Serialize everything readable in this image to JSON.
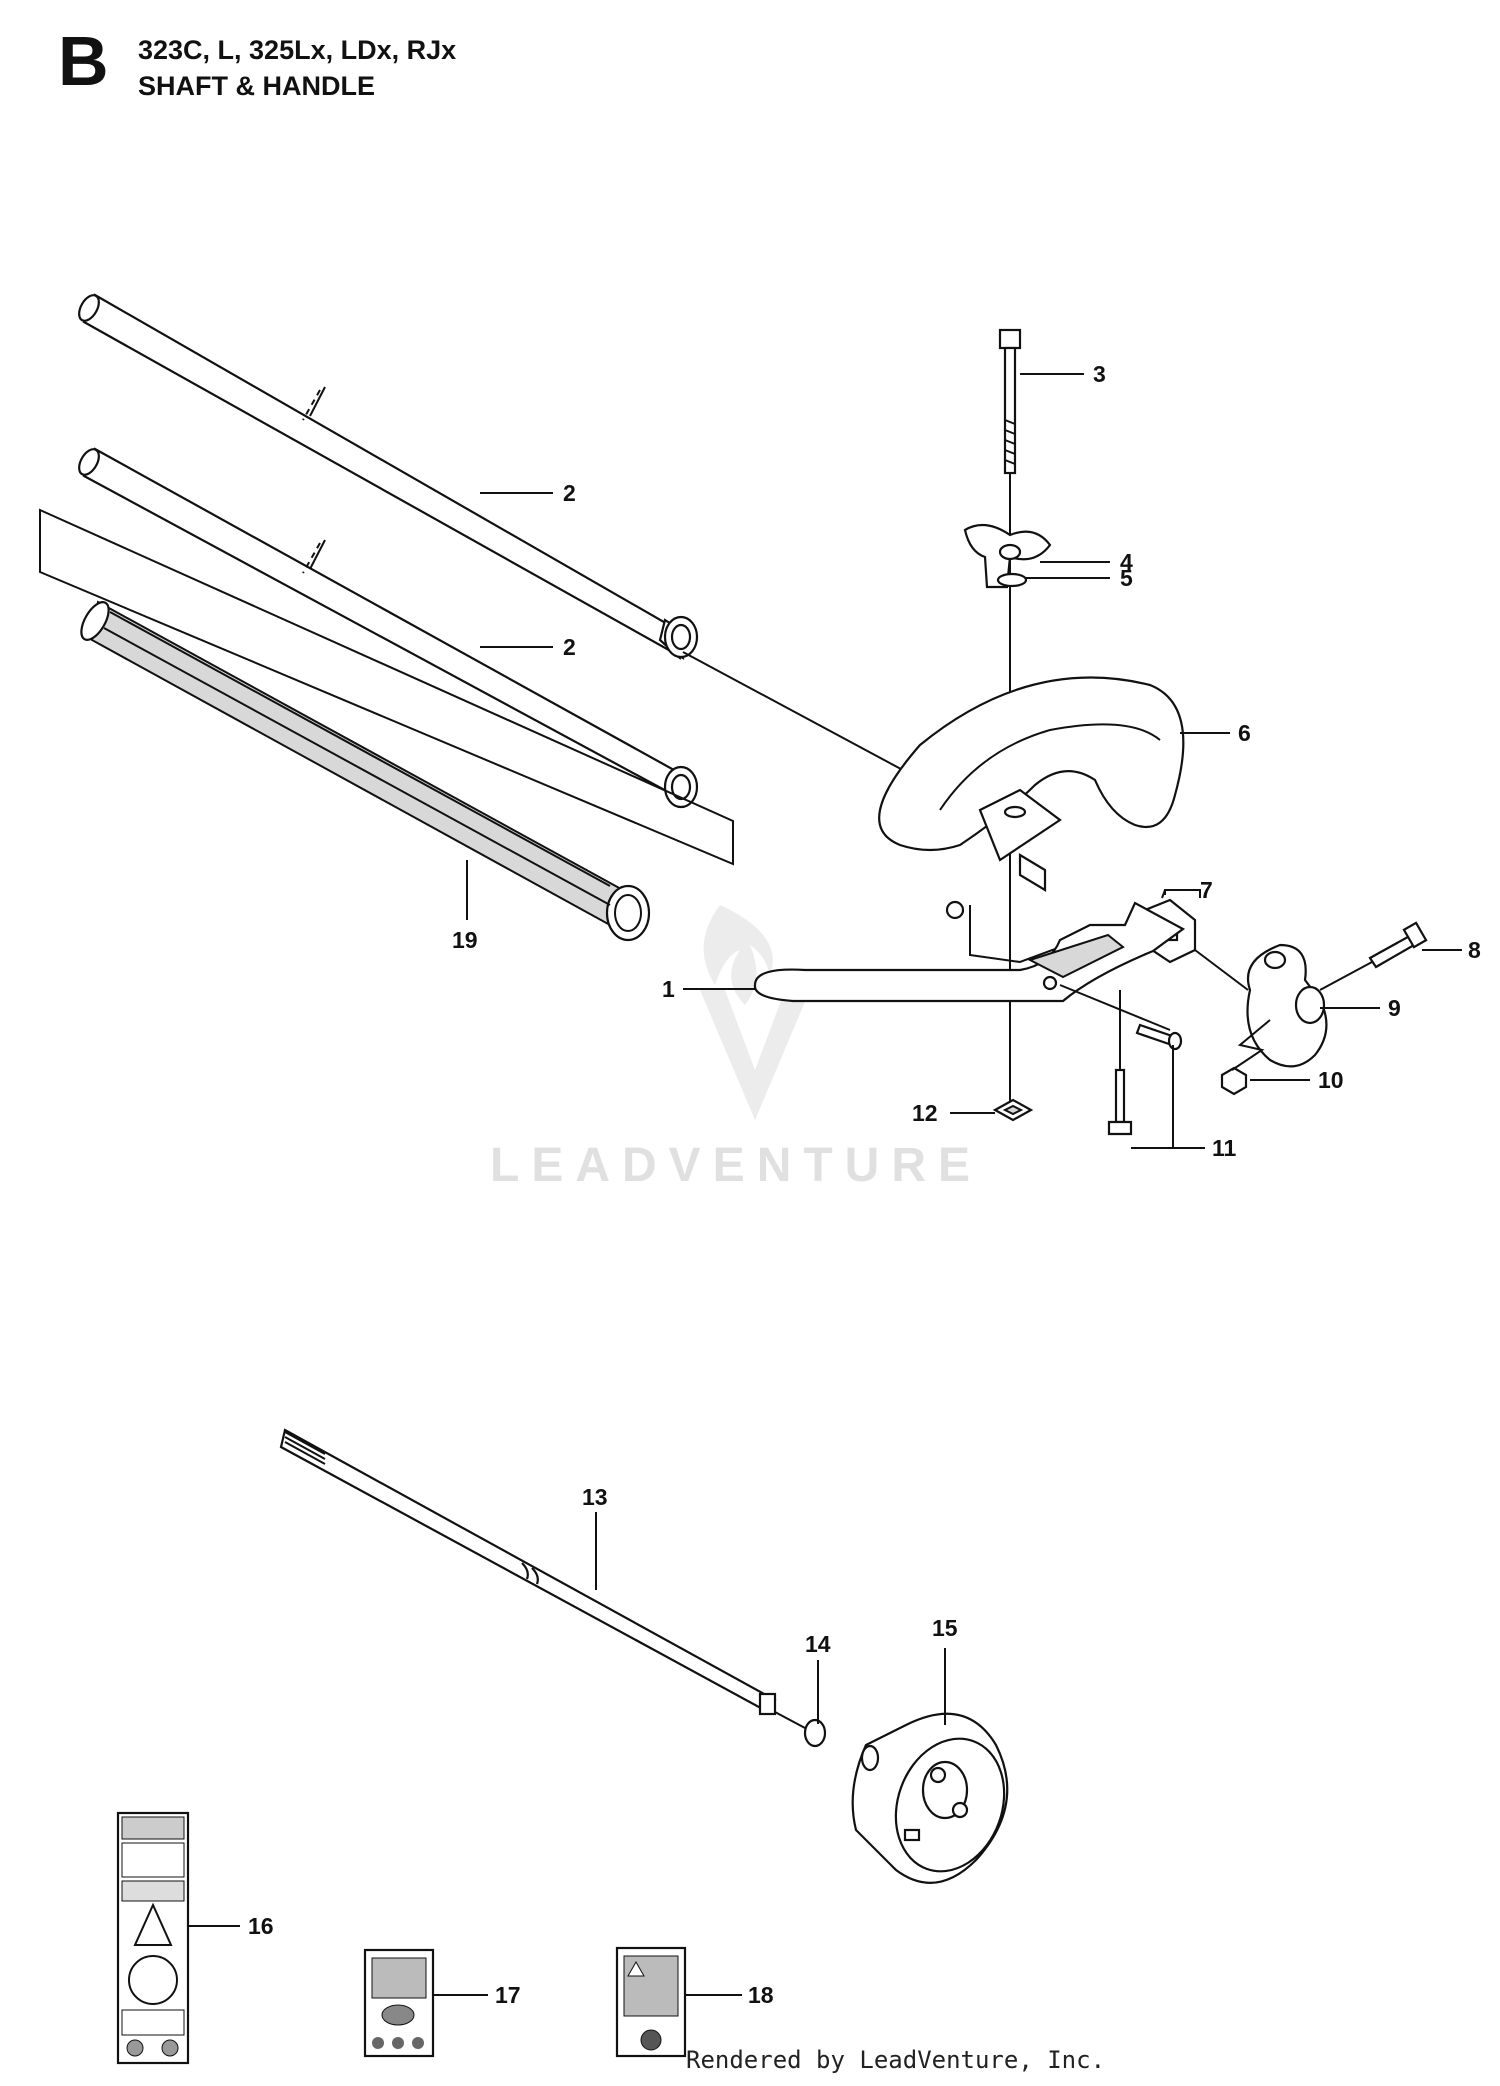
{
  "header": {
    "section_letter": "B",
    "models": "323C, L, 325Lx, LDx, RJx",
    "title": "SHAFT & HANDLE"
  },
  "watermark": "LEADVENTURE",
  "footer": "Rendered by LeadVenture, Inc.",
  "callouts": {
    "c1": "1",
    "c2a": "2",
    "c2b": "2",
    "c3": "3",
    "c4": "4",
    "c5": "5",
    "c6": "6",
    "c7": "7",
    "c8": "8",
    "c9": "9",
    "c10": "10",
    "c11": "11",
    "c12": "12",
    "c13": "13",
    "c14": "14",
    "c15": "15",
    "c16": "16",
    "c17": "17",
    "c18": "18",
    "c19": "19"
  }
}
